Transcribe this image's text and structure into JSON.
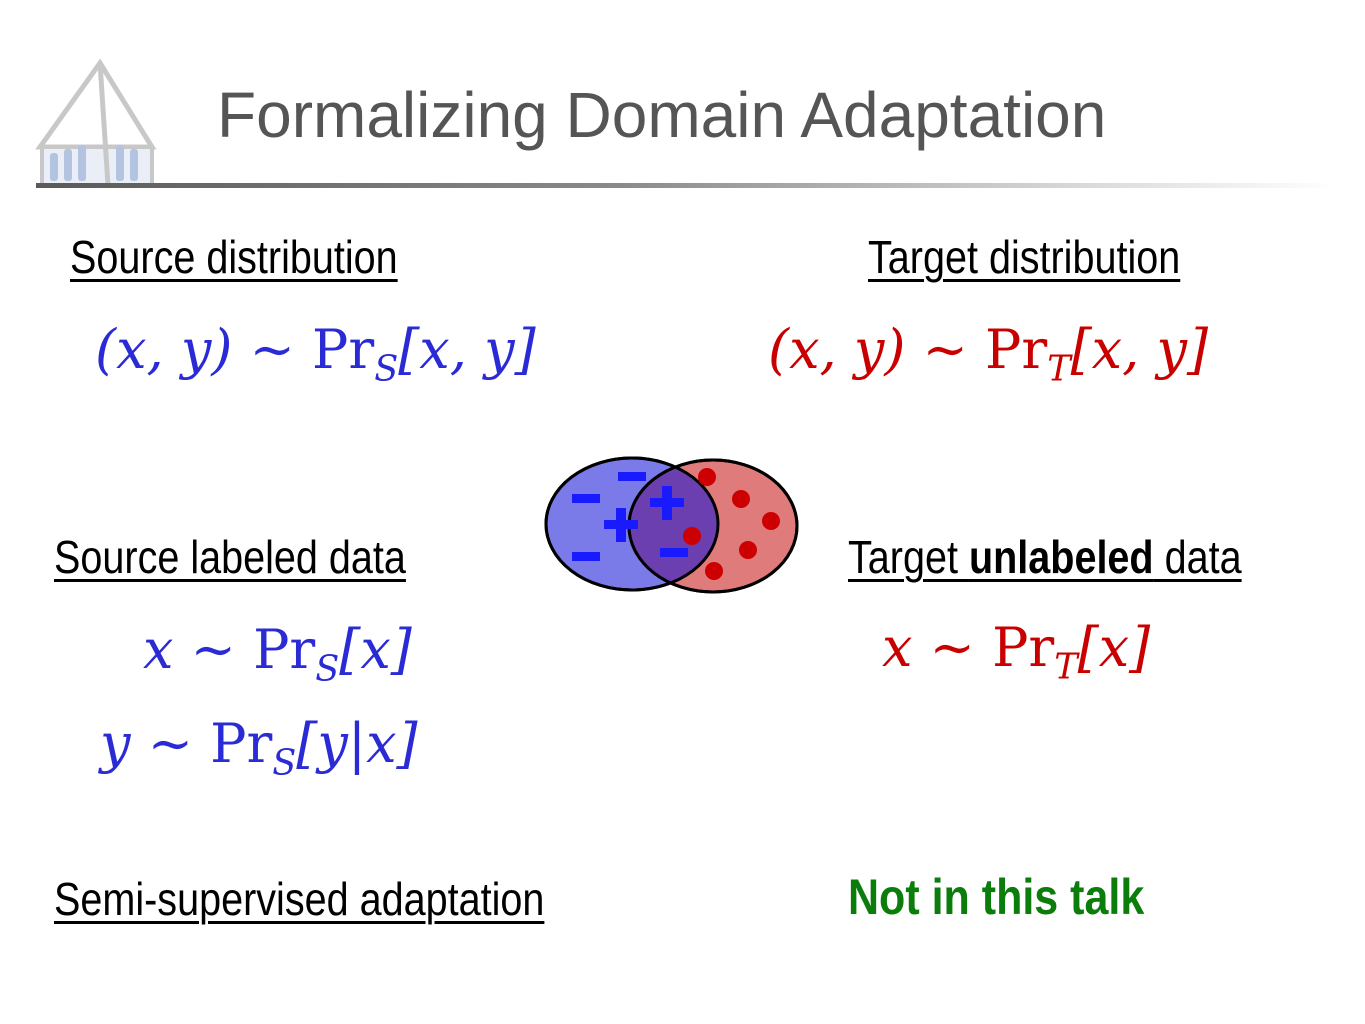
{
  "slide": {
    "title": "Formalizing Domain Adaptation",
    "logo_icon": "building-logo-icon",
    "colors": {
      "source": "#2b2bd6",
      "target": "#c80000",
      "note": "#0a7d0a",
      "title": "#555555"
    }
  },
  "source_distribution": {
    "heading": "Source distribution",
    "formula": {
      "pair": "(x, y)",
      "sim": "∼",
      "op": "Pr",
      "sub": "S",
      "arg": "[x, y]"
    }
  },
  "target_distribution": {
    "heading": "Target distribution",
    "formula": {
      "pair": "(x, y)",
      "sim": "∼",
      "op": "Pr",
      "sub": "T",
      "arg": "[x, y]"
    }
  },
  "source_labeled": {
    "heading": "Source labeled data",
    "formula_x": {
      "var": "x",
      "sim": "∼",
      "op": "Pr",
      "sub": "S",
      "arg": "[x]"
    },
    "formula_y": {
      "var": "y",
      "sim": "∼",
      "op": "Pr",
      "sub": "S",
      "arg": "[y|x]"
    }
  },
  "target_unlabeled": {
    "heading_prefix": "Target ",
    "heading_bold": "unlabeled",
    "heading_suffix": " data",
    "formula_x": {
      "var": "x",
      "sim": "∼",
      "op": "Pr",
      "sub": "T",
      "arg": "[x]"
    }
  },
  "semi_supervised": {
    "heading": "Semi-supervised adaptation"
  },
  "note": {
    "text": "Not in this talk"
  },
  "venn": {
    "source_color": "#7a7ae8",
    "target_color": "#e07b7b",
    "overlap_color": "#6c3fb0",
    "markers": [
      "-",
      "-",
      "-",
      "+",
      "+",
      "-"
    ],
    "dot_color": "#cc0000"
  }
}
